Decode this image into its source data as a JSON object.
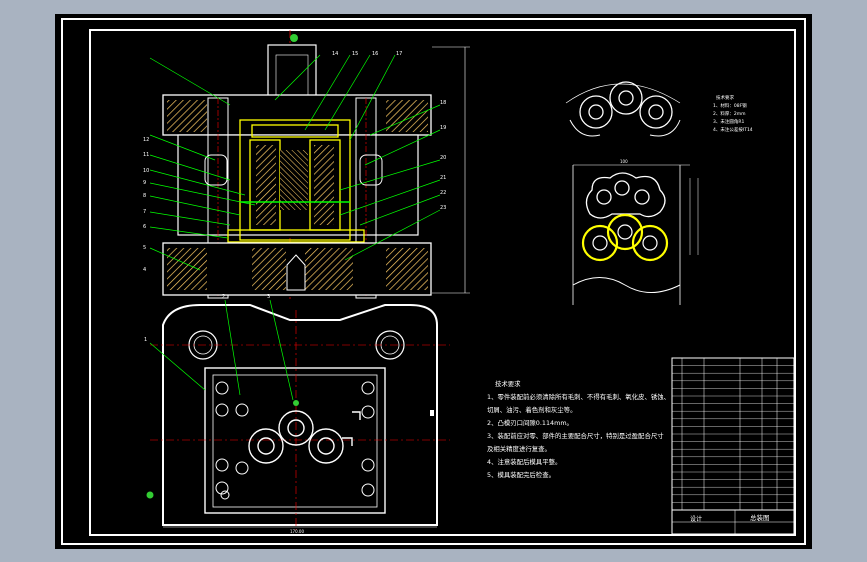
{
  "title_block": {
    "drawing_name": "总装图",
    "designer_label": "设计"
  },
  "technical_requirements": {
    "heading": "技术要求",
    "lines": [
      "1、零件装配前必须清除所有毛刺、不得有毛刺、氧化皮、锈蚀、",
      "   切屑、油污、着色剂和灰尘等。",
      "2、凸模刃口间隙0.114mm。",
      "3、装配前应对零、部件的主要配合尺寸，特别是过盈配合尺寸",
      "   及相关精度进行复查。",
      "4、注意装配后模具平整。",
      "5、模具装配完后检查。"
    ]
  },
  "part_notes": {
    "heading": "技术要求",
    "lines": [
      "1、材料：08F钢",
      "2、料厚：2mm",
      "3、未注圆角R1",
      "4、未注公差按IT14"
    ]
  },
  "dimensions": {
    "strip_width": "170.00",
    "top_width": "100"
  },
  "callouts_left": [
    "12",
    "11",
    "10",
    "9",
    "8",
    "7",
    "6",
    "5",
    "4"
  ],
  "callouts_top": [
    "14",
    "15",
    "16",
    "17"
  ],
  "callouts_right": [
    "18",
    "19",
    "20",
    "21",
    "22",
    "23"
  ],
  "plan_callouts": [
    "1",
    "2",
    "3"
  ],
  "bom_rows": 20,
  "colors": {
    "background": "#a9b3c1",
    "sheet": "#000000",
    "frame": "#ffffff",
    "part": "#ffff00",
    "leader": "#00ff00",
    "center": "#ff0000",
    "hatch": "#ffcc66"
  }
}
